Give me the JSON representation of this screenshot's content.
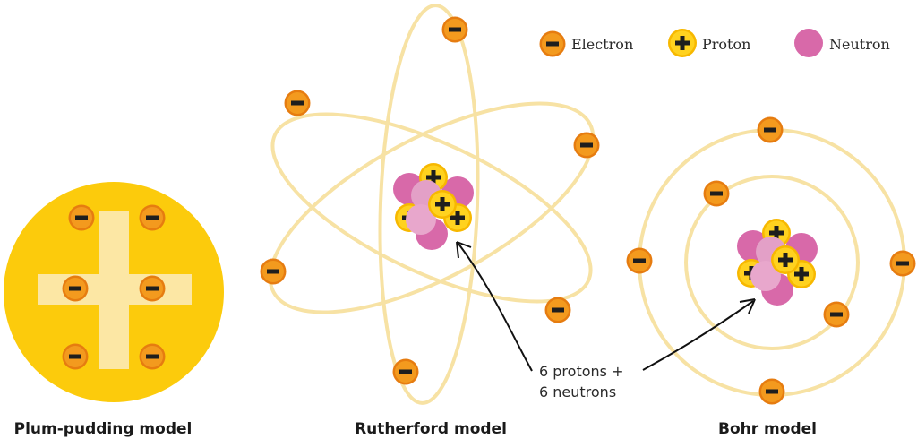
{
  "colors": {
    "electron": "#F39A1E",
    "electron_ring": "#E67C10",
    "proton": "#FFD21F",
    "proton_ring": "#F7B800",
    "neutron": "#D869A9",
    "neutron_light": "#E8A7CC",
    "orbit": "#F7E2A4",
    "pudding": "#FCCB0C",
    "pudding_cross": "#FCE7A4",
    "sign": "#1E1E1E",
    "arrow": "#111111"
  },
  "legend": {
    "electron": "Electron",
    "proton": "Proton",
    "neutron": "Neutron"
  },
  "models": {
    "plum_pudding": {
      "title": "Plum-pudding model"
    },
    "rutherford": {
      "title": "Rutherford model"
    },
    "bohr": {
      "title": "Bohr model"
    }
  },
  "annotation": {
    "line1": "6 protons +",
    "line2": "6 neutrons"
  }
}
